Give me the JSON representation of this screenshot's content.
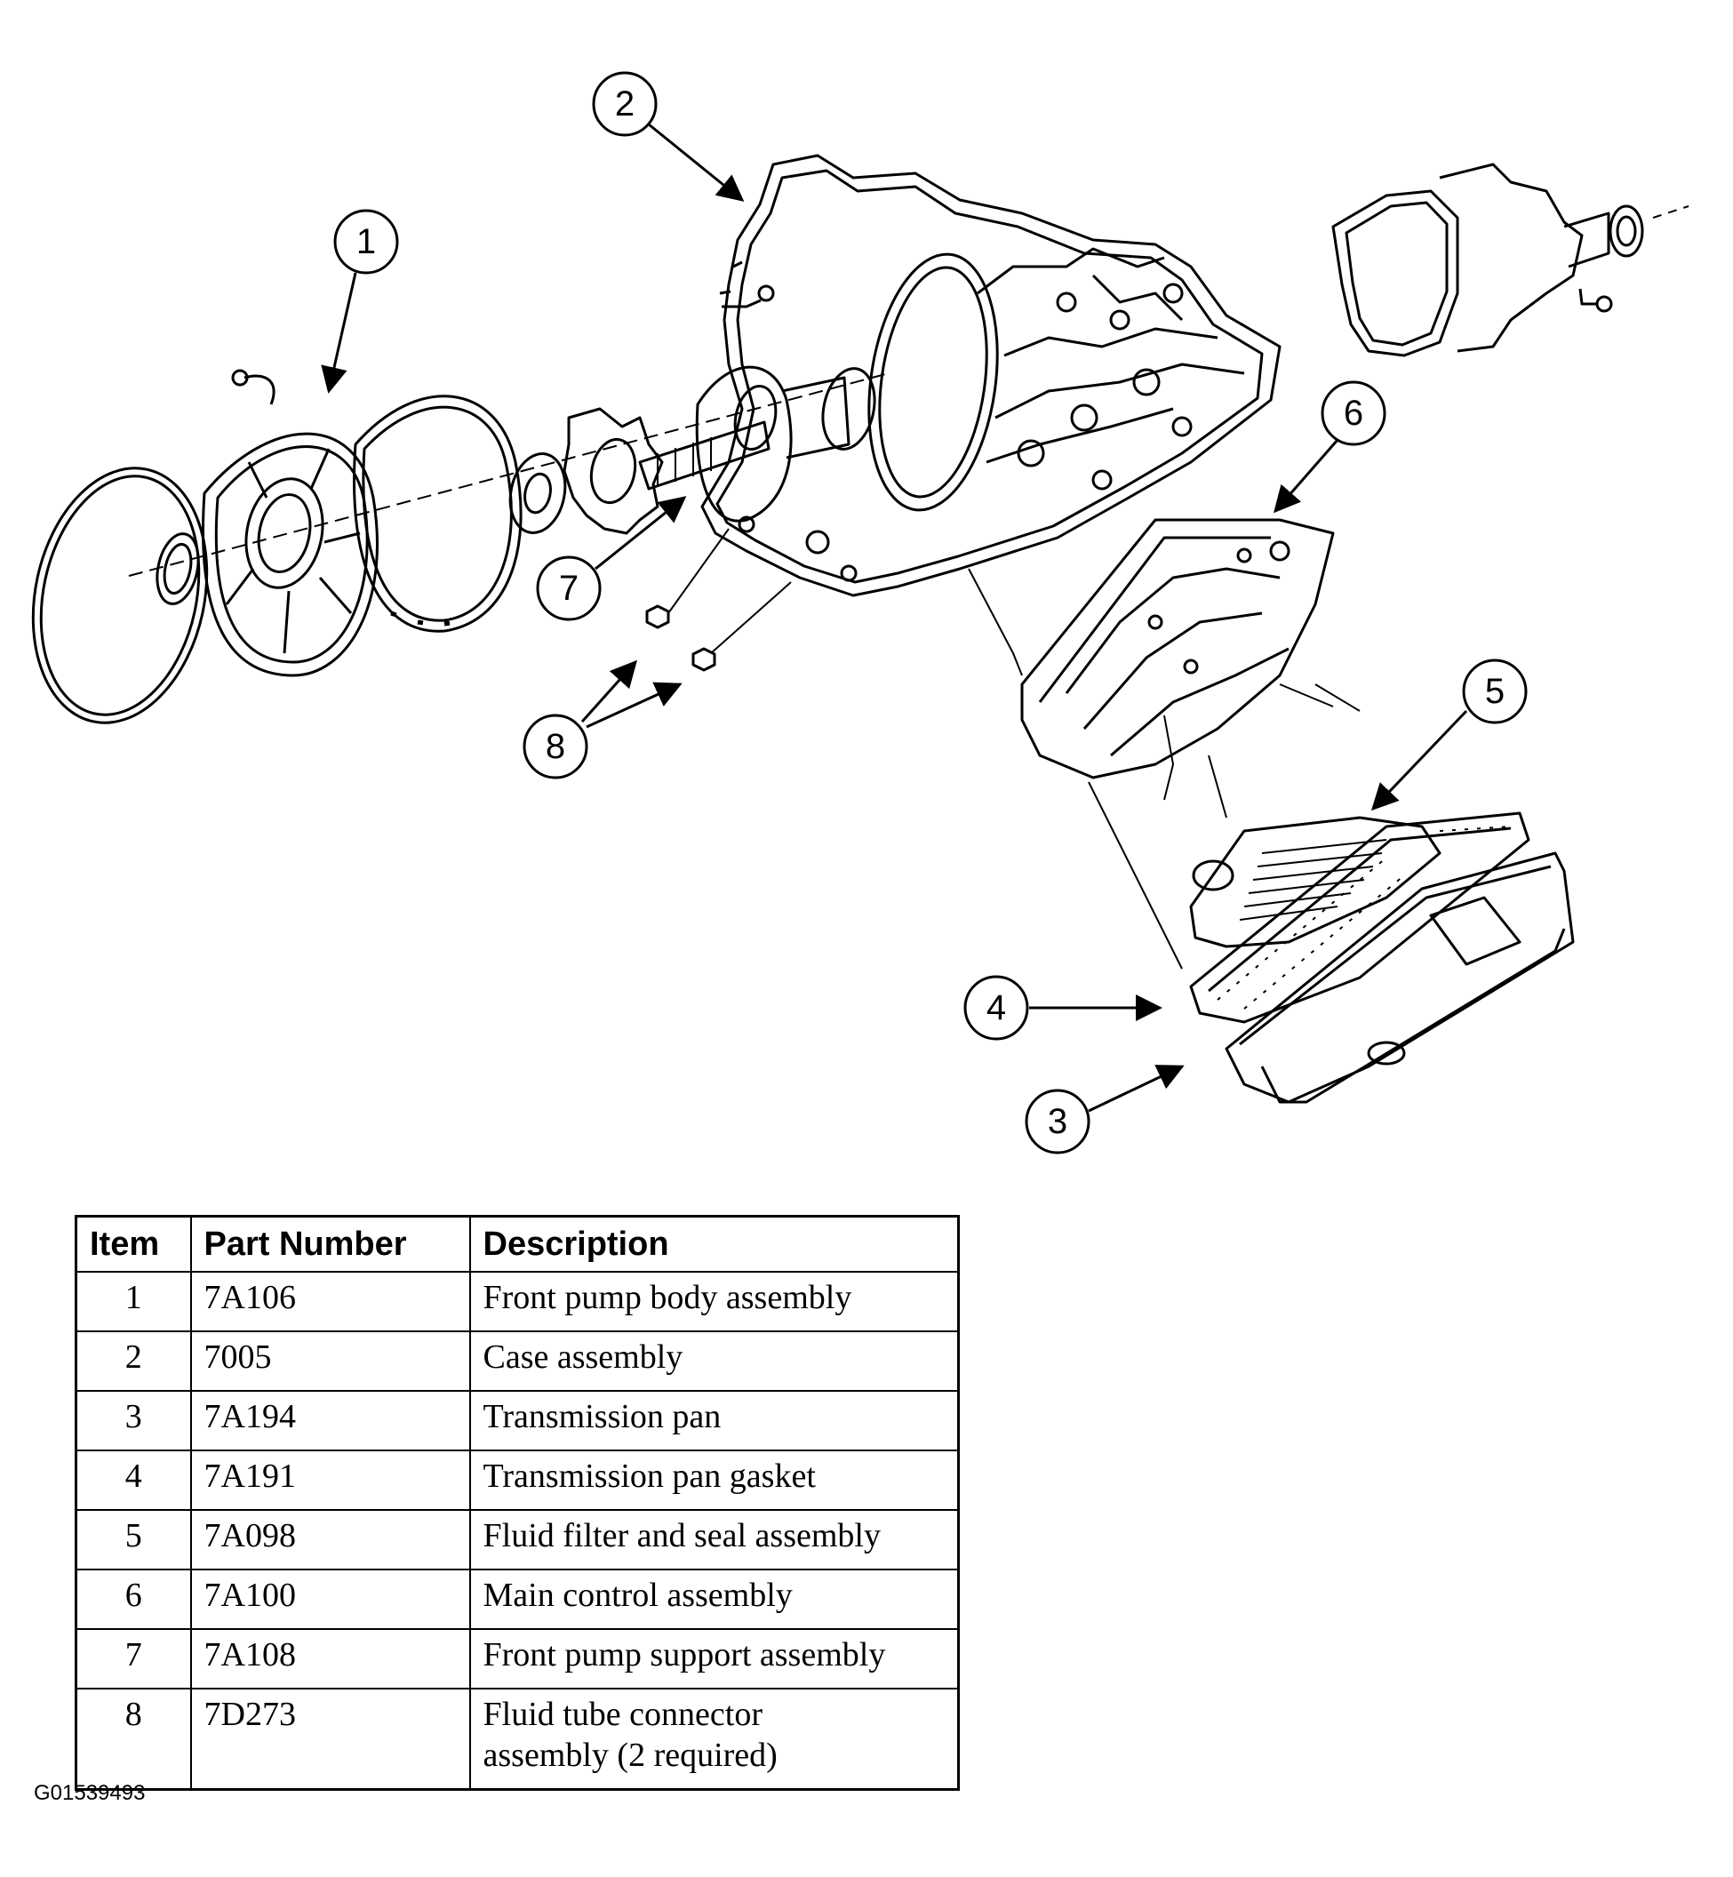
{
  "callouts": [
    "1",
    "2",
    "3",
    "4",
    "5",
    "6",
    "7",
    "8"
  ],
  "table": {
    "headers": {
      "item": "Item",
      "part_number": "Part Number",
      "description": "Description"
    },
    "rows": [
      {
        "item": "1",
        "part_number": "7A106",
        "description": "Front pump body assembly"
      },
      {
        "item": "2",
        "part_number": "7005",
        "description": "Case assembly"
      },
      {
        "item": "3",
        "part_number": "7A194",
        "description": "Transmission pan"
      },
      {
        "item": "4",
        "part_number": "7A191",
        "description": "Transmission pan gasket"
      },
      {
        "item": "5",
        "part_number": "7A098",
        "description": "Fluid filter and seal assembly"
      },
      {
        "item": "6",
        "part_number": "7A100",
        "description": "Main control assembly"
      },
      {
        "item": "7",
        "part_number": "7A108",
        "description": "Front pump support assembly"
      },
      {
        "item": "8",
        "part_number": "7D273",
        "description": "Fluid tube connector",
        "description_line2": "assembly (2 required)"
      }
    ]
  },
  "figure_id": "G01539493"
}
